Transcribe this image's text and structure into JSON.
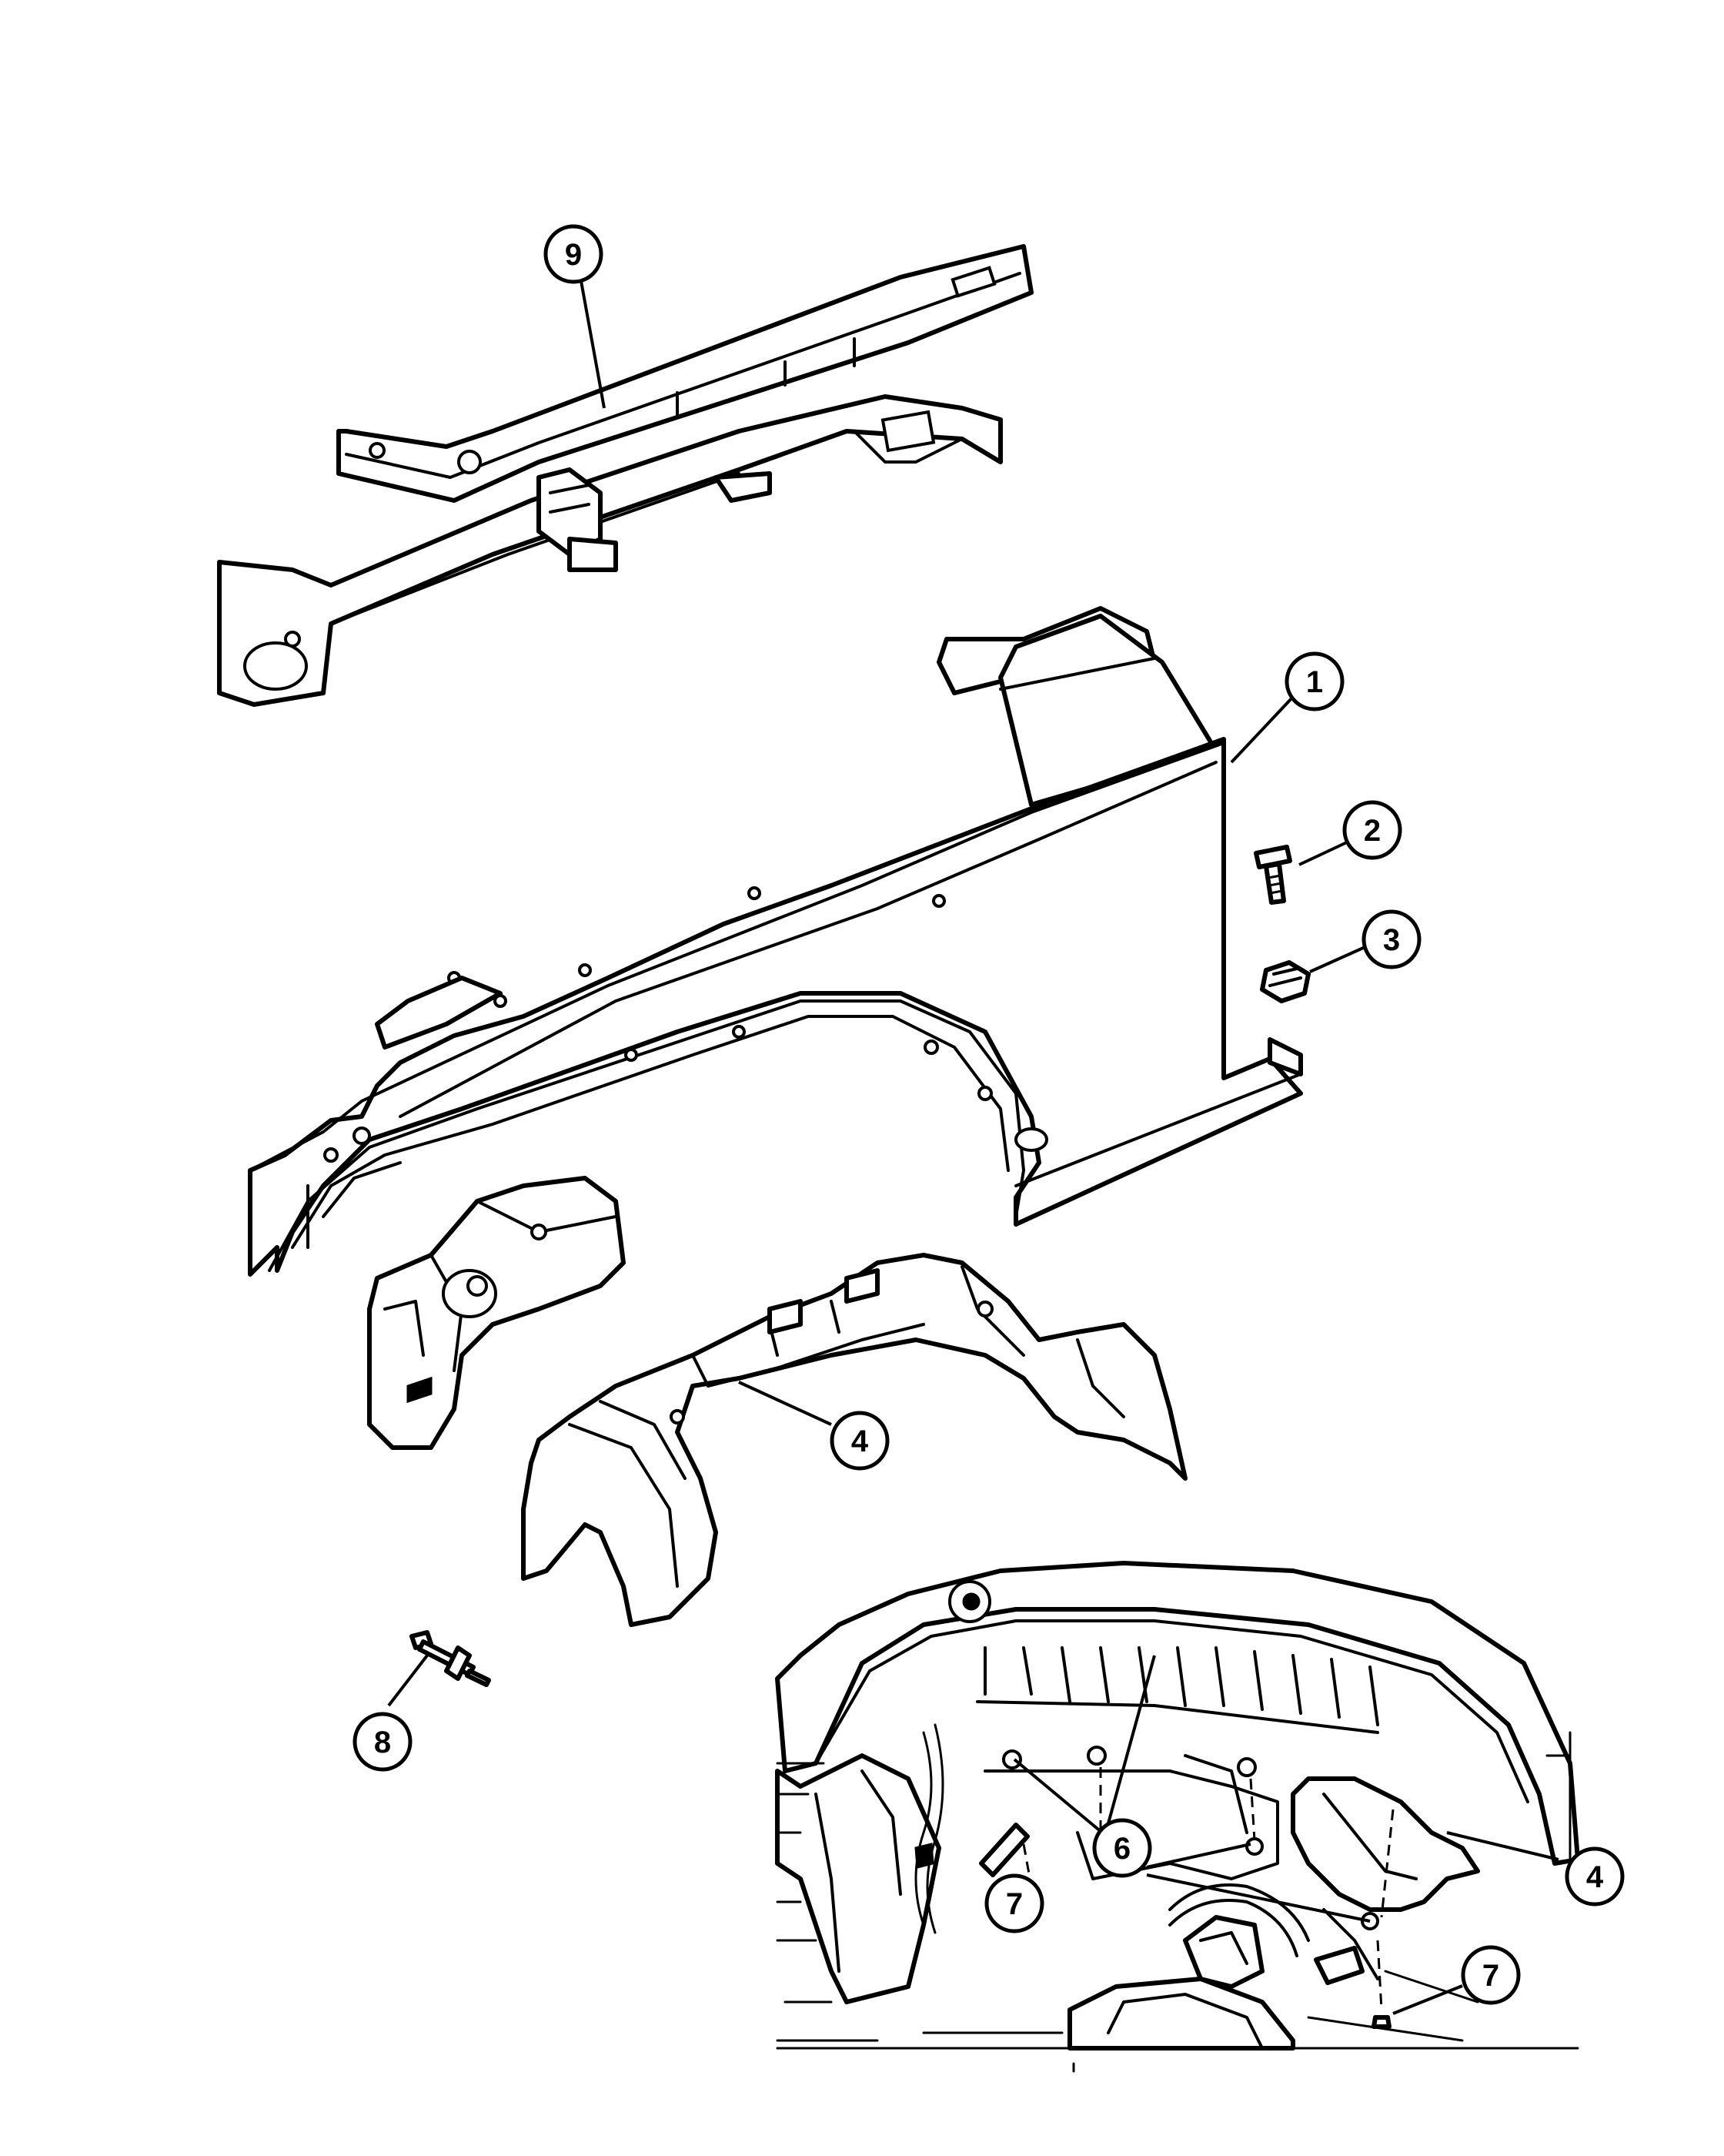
{
  "callouts": [
    {
      "id": "c9",
      "label": "9",
      "part": "frame-crossmember"
    },
    {
      "id": "c1",
      "label": "1",
      "part": "fender"
    },
    {
      "id": "c2",
      "label": "2",
      "part": "bolt"
    },
    {
      "id": "c3",
      "label": "3",
      "part": "clip-nut"
    },
    {
      "id": "c4a",
      "label": "4",
      "part": "wheelhouse-liner"
    },
    {
      "id": "c8",
      "label": "8",
      "part": "push-pin-rivet"
    },
    {
      "id": "c4b",
      "label": "4",
      "part": "wheelhouse-liner-installed"
    },
    {
      "id": "c6",
      "label": "6",
      "part": "fasteners-installed"
    },
    {
      "id": "c7a",
      "label": "7",
      "part": "retainer-installed"
    },
    {
      "id": "c7b",
      "label": "7",
      "part": "retainer-installed"
    }
  ],
  "colors": {
    "line": "#000000",
    "background": "#ffffff"
  }
}
